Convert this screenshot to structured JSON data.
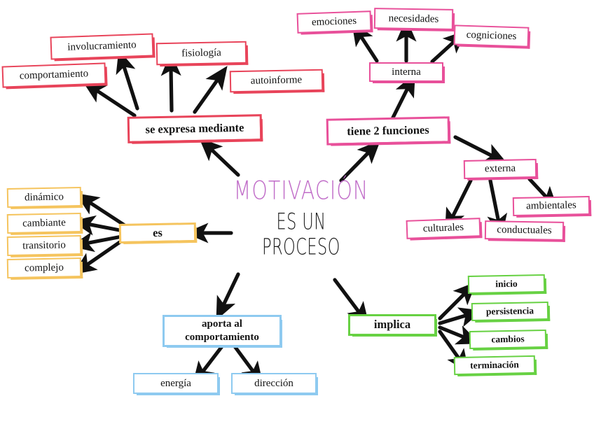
{
  "center": {
    "title": "MOTIVACIÓN",
    "subtitle_line1": "ES UN",
    "subtitle_line2": "PROCESO",
    "title_color": "#c06cc8",
    "subtitle_color": "#1a1a1a"
  },
  "colors": {
    "red": "#e8445a",
    "pink": "#e8509a",
    "yellow": "#f5c45e",
    "blue": "#8ecaf0",
    "green": "#67d143",
    "arrow": "#111111",
    "background": "#ffffff"
  },
  "branches": [
    {
      "id": "expresa",
      "color": "#e8445a",
      "hub": "se expresa mediante",
      "children": [
        "comportamiento",
        "involucramiento",
        "fisiología",
        "autoinforme"
      ]
    },
    {
      "id": "funciones",
      "color": "#e8509a",
      "hub": "tiene 2 funciones",
      "children": [
        "interna",
        "externa"
      ],
      "interna_children": [
        "emociones",
        "necesidades",
        "cogniciones"
      ],
      "externa_children": [
        "culturales",
        "conductuales",
        "ambientales"
      ]
    },
    {
      "id": "es",
      "color": "#f5c45e",
      "hub": "es",
      "children": [
        "dinámico",
        "cambiante",
        "transitorio",
        "complejo"
      ]
    },
    {
      "id": "aporta",
      "color": "#8ecaf0",
      "hub_line1": "aporta al",
      "hub_line2": "comportamiento",
      "children": [
        "energía",
        "dirección"
      ]
    },
    {
      "id": "implica",
      "color": "#67d143",
      "hub": "implica",
      "children": [
        "inicio",
        "persistencia",
        "cambios",
        "terminación"
      ]
    }
  ],
  "nodes": {
    "comportamiento": "comportamiento",
    "involucramiento": "involucramiento",
    "fisiologia": "fisiología",
    "autoinforme": "autoinforme",
    "se_expresa_mediante": "se expresa mediante",
    "emociones": "emociones",
    "necesidades": "necesidades",
    "cogniciones": "cogniciones",
    "interna": "interna",
    "tiene_2_funciones": "tiene 2 funciones",
    "externa": "externa",
    "culturales": "culturales",
    "conductuales": "conductuales",
    "ambientales": "ambientales",
    "dinamico": "dinámico",
    "cambiante": "cambiante",
    "transitorio": "transitorio",
    "complejo": "complejo",
    "es": "es",
    "aporta_al": "aporta al",
    "comportamiento2": "comportamiento",
    "energia": "energía",
    "direccion": "dirección",
    "implica": "implica",
    "inicio": "inicio",
    "persistencia": "persistencia",
    "cambios": "cambios",
    "terminacion": "terminación"
  }
}
